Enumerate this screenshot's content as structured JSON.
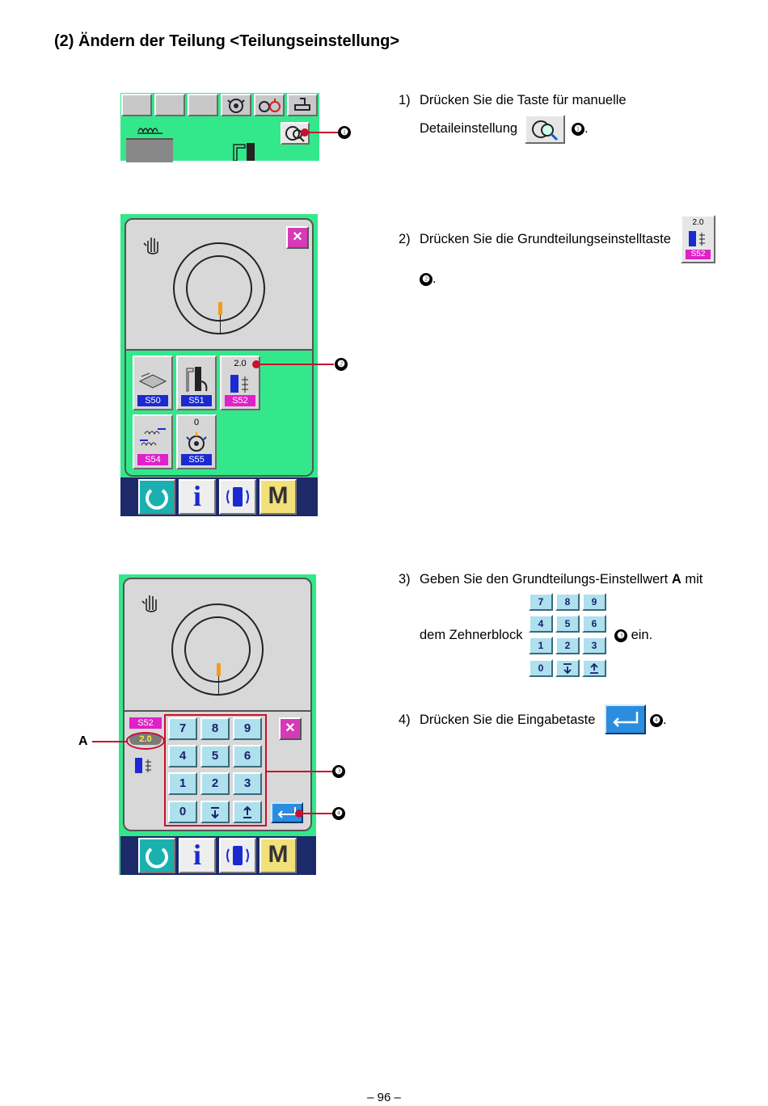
{
  "title": "(2) Ändern der Teilung <Teilungseinstellung>",
  "steps": {
    "s1": {
      "num": "1)",
      "line1": "Drücken Sie die Taste für manuelle",
      "line2": "Detaileinstellung",
      "ref": "❶",
      "end": "."
    },
    "s2": {
      "num": "2)",
      "line1": "Drücken Sie die Grundteilungseinstelltaste",
      "ref": "❷",
      "end": "."
    },
    "s3": {
      "num": "3)",
      "line1_pre": "Geben Sie den Grundteilungs-Einstellwert ",
      "bold": "A",
      "line1_post": " mit",
      "line2": "dem Zehnerblock",
      "ref": "❸",
      "end": " ein."
    },
    "s4": {
      "num": "4)",
      "line1": "Drücken Sie die Eingabetaste",
      "ref": "❹",
      "end": "."
    }
  },
  "callouts": {
    "c1": "❶",
    "c2": "❷",
    "c3": "❸",
    "c4": "❹",
    "a": "A"
  },
  "screen2": {
    "buttons": [
      {
        "code": "S50",
        "value": ""
      },
      {
        "code": "S51",
        "value": ""
      },
      {
        "code": "S52",
        "value": "2.0"
      },
      {
        "code": "S54",
        "value": ""
      },
      {
        "code": "S55",
        "value": "0"
      }
    ],
    "bottom": {
      "info": "i",
      "m": "M"
    }
  },
  "screen3": {
    "code": "S52",
    "value": "2.0",
    "keys": [
      "7",
      "8",
      "9",
      "4",
      "5",
      "6",
      "1",
      "2",
      "3",
      "0"
    ],
    "bottom": {
      "info": "i",
      "m": "M"
    }
  },
  "s52_icon": {
    "value": "2.0",
    "code": "S52"
  },
  "keypad_icon": {
    "keys": [
      "7",
      "8",
      "9",
      "4",
      "5",
      "6",
      "1",
      "2",
      "3",
      "0"
    ]
  },
  "page_number": "– 96 –"
}
